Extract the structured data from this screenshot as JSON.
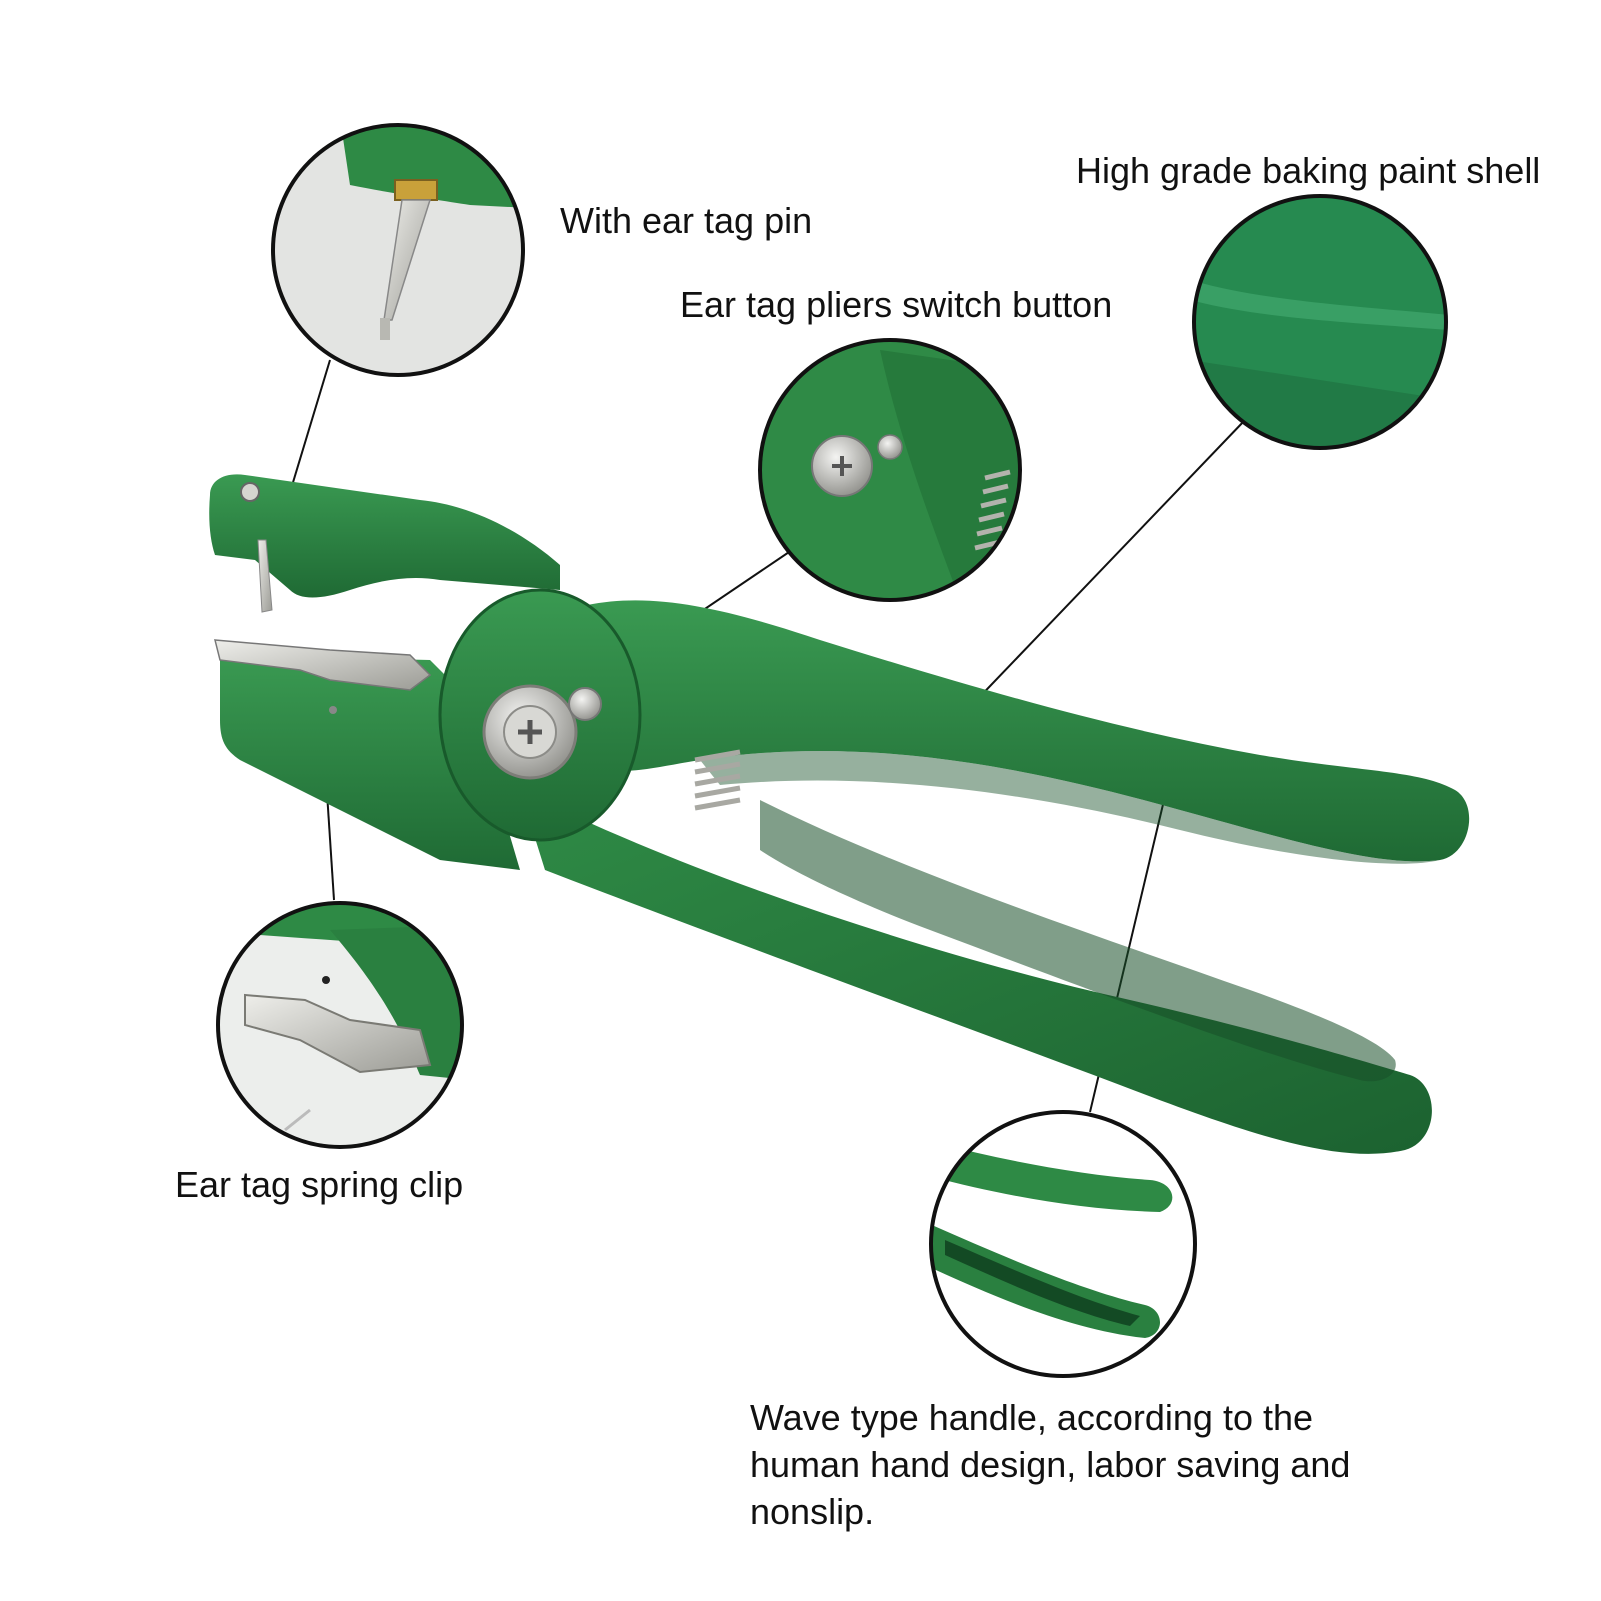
{
  "callouts": {
    "ear_tag_pin": "With ear tag pin",
    "switch_button": "Ear tag pliers switch button",
    "paint_shell": "High grade baking paint shell",
    "spring_clip": "Ear tag spring clip",
    "handle": "Wave type handle, according to the human hand design, labor saving and nonslip."
  },
  "colors": {
    "tool_green": "#2e8a45",
    "tool_green_dark": "#1f6a34",
    "steel": "#c8c8c2",
    "background": "#ffffff"
  },
  "icons": {
    "tool": "ear-tag-pliers-illustration",
    "pivot": "phillips-screw-icon"
  }
}
